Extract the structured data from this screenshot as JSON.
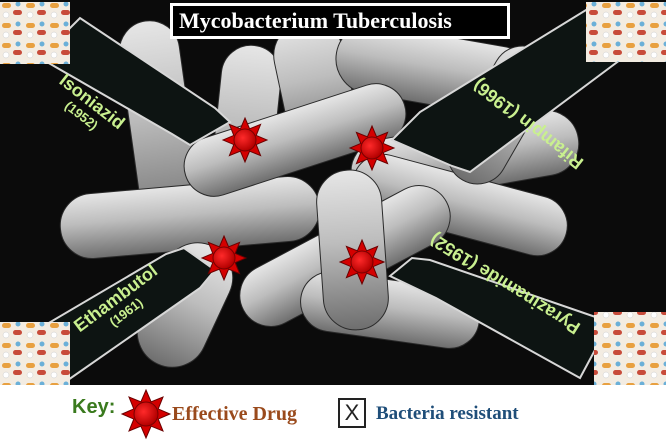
{
  "title": "Mycobacterium Tuberculosis",
  "drugs": [
    {
      "name": "Isoniazid",
      "year": "(1952)"
    },
    {
      "name": "Rifampin (1966)",
      "year": ""
    },
    {
      "name": "Ethambutol",
      "year": "(1961)"
    },
    {
      "name": "Pyrazinamide (1952)",
      "year": ""
    }
  ],
  "legend": {
    "key_label": "Key:",
    "effective_label": "Effective Drug",
    "resistant_symbol": "X",
    "resistant_label": "Bacteria resistant"
  },
  "colors": {
    "label_text": "#c9f08f",
    "star_fill": "#d40000",
    "arrow_fill": "#0d1412"
  }
}
